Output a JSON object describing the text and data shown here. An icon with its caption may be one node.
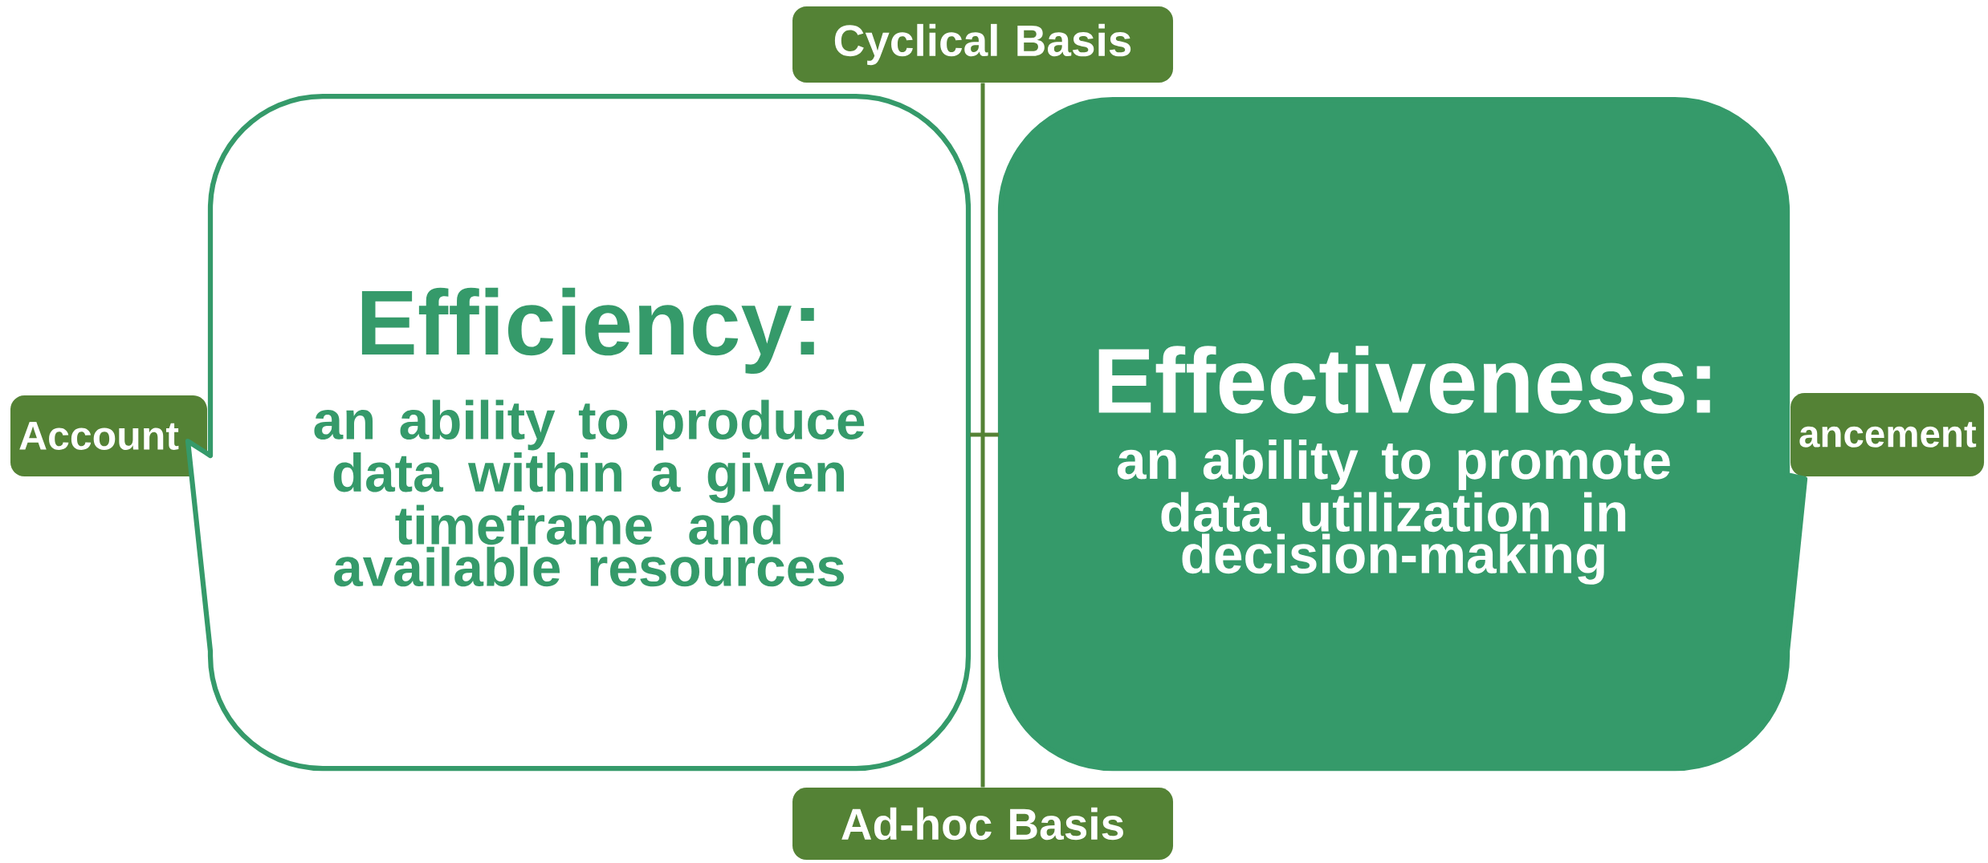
{
  "diagram": {
    "nodes": [
      {
        "text": [
          "Cyclical Basis"
        ]
      },
      {
        "text": [
          "Account"
        ]
      },
      {
        "text": [
          "Efficiency:",
          "an ability to produce data within a given timeframe and available resources"
        ]
      },
      {
        "text": [
          "Effectiveness:",
          "an ability to promote data utilization in decision-making"
        ]
      },
      {
        "text": [
          "ancement"
        ]
      },
      {
        "text": [
          "Ad-hoc Basis"
        ]
      }
    ],
    "edges": [
      {
        "from": 0,
        "to": 5,
        "arrow": "none"
      }
    ]
  }
}
